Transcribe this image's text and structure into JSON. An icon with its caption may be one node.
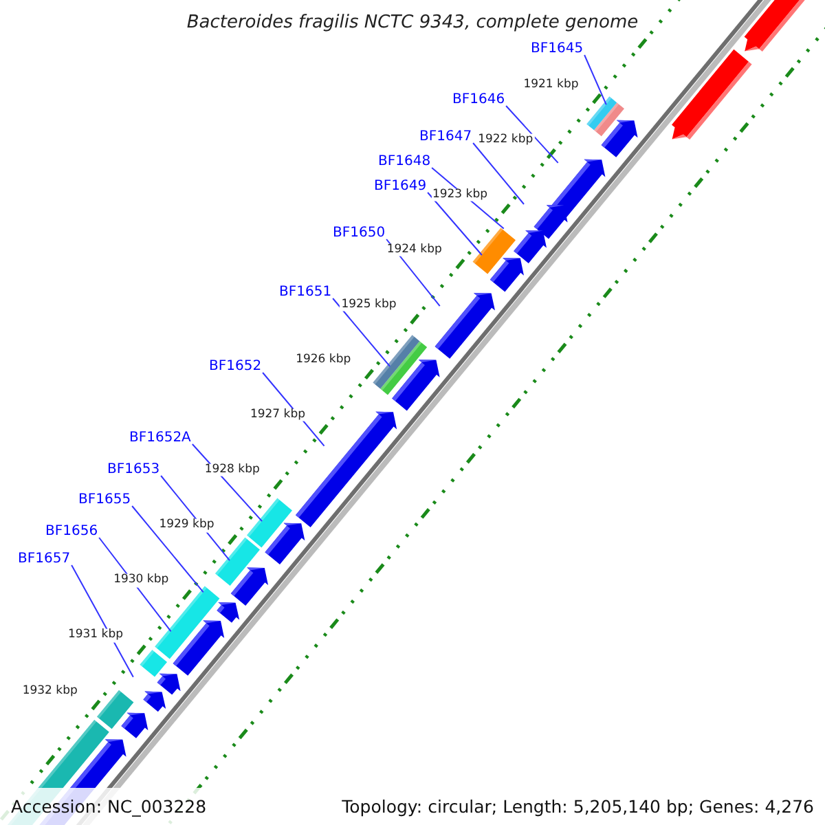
{
  "diagram": {
    "title": "Bacteroides fragilis NCTC 9343, complete genome",
    "nodes": [
      {
        "text": [
          "BF1645"
        ]
      },
      {
        "text": [
          "BF1646"
        ]
      },
      {
        "text": [
          "BF1647"
        ]
      },
      {
        "text": [
          "BF1648"
        ]
      },
      {
        "text": [
          "BF1649"
        ]
      },
      {
        "text": [
          "BF1650"
        ]
      },
      {
        "text": [
          "BF1651"
        ]
      },
      {
        "text": [
          "BF1652"
        ]
      },
      {
        "text": [
          "BF1652A"
        ]
      },
      {
        "text": [
          "BF1653"
        ]
      },
      {
        "text": [
          "BF1655"
        ]
      },
      {
        "text": [
          "BF1656"
        ]
      },
      {
        "text": [
          "BF1657"
        ]
      }
    ],
    "edges": [
      {
        "from": 0,
        "to": null,
        "arrow": "none"
      },
      {
        "from": 1,
        "to": null,
        "arrow": "none"
      },
      {
        "from": 2,
        "to": null,
        "arrow": "none"
      },
      {
        "from": 3,
        "to": null,
        "arrow": "none"
      },
      {
        "from": 4,
        "to": null,
        "arrow": "none"
      },
      {
        "from": 5,
        "to": null,
        "arrow": "none"
      },
      {
        "from": 6,
        "to": null,
        "arrow": "none"
      },
      {
        "from": 7,
        "to": null,
        "arrow": "none"
      },
      {
        "from": 8,
        "to": null,
        "arrow": "none"
      },
      {
        "from": 9,
        "to": null,
        "arrow": "none"
      },
      {
        "from": 10,
        "to": null,
        "arrow": "none"
      },
      {
        "from": 11,
        "to": null,
        "arrow": "none"
      },
      {
        "from": 12,
        "to": null,
        "arrow": "none"
      }
    ],
    "labels": [
      "1921 kbp",
      "1922 kbp",
      "1923 kbp",
      "1924 kbp",
      "1925 kbp",
      "1926 kbp",
      "1927 kbp",
      "1928 kbp",
      "1929 kbp",
      "1930 kbp",
      "1931 kbp",
      "1932 kbp",
      "Accession: NC_003228",
      "Topology: circular; Length: 5,205,140 bp; Genes: 4,276"
    ]
  }
}
